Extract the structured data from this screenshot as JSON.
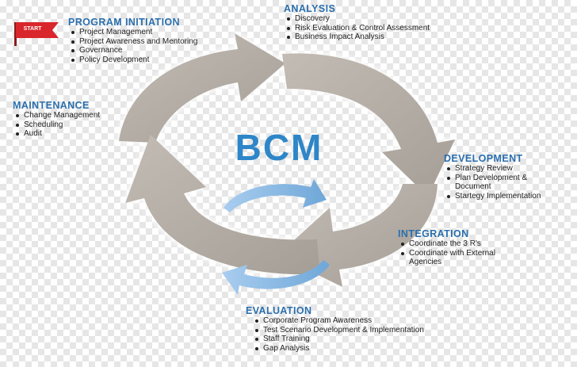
{
  "colors": {
    "heading": "#2a6fae",
    "bcm_text": "#2e86c8",
    "big_arrow": "#b3aca4",
    "small_arrow": "#8fbde3",
    "flag": "#d9262c"
  },
  "center_label": "BCM",
  "start_flag": {
    "label": "START",
    "icon": "start-flag-icon"
  },
  "sections": {
    "program_initiation": {
      "title": "PROGRAM INITIATION",
      "items": [
        "Project Management",
        "Project Awareness and Mentoring",
        "Governance",
        "Policy Development"
      ]
    },
    "analysis": {
      "title": "ANALYSIS",
      "items": [
        "Discovery",
        "Risk Evaluation & Control Assessment",
        "Business Impact Analysis"
      ]
    },
    "maintenance": {
      "title": "MAINTENANCE",
      "items": [
        "Change Management",
        "Scheduling",
        "Audit"
      ]
    },
    "development": {
      "title": "DEVELOPMENT",
      "items": [
        "Strategy Review",
        "Plan Development & Document",
        "Startegy Implementation"
      ]
    },
    "integration": {
      "title": "INTEGRATION",
      "items": [
        "Coordinate the 3 R's",
        "Coordinate with External Agencies"
      ]
    },
    "evaluation": {
      "title": "EVALUATION",
      "items": [
        "Corporate Program Awareness",
        "Test Scenario Development & Implementation",
        "Staff Training",
        "Gap Analysis"
      ]
    }
  }
}
